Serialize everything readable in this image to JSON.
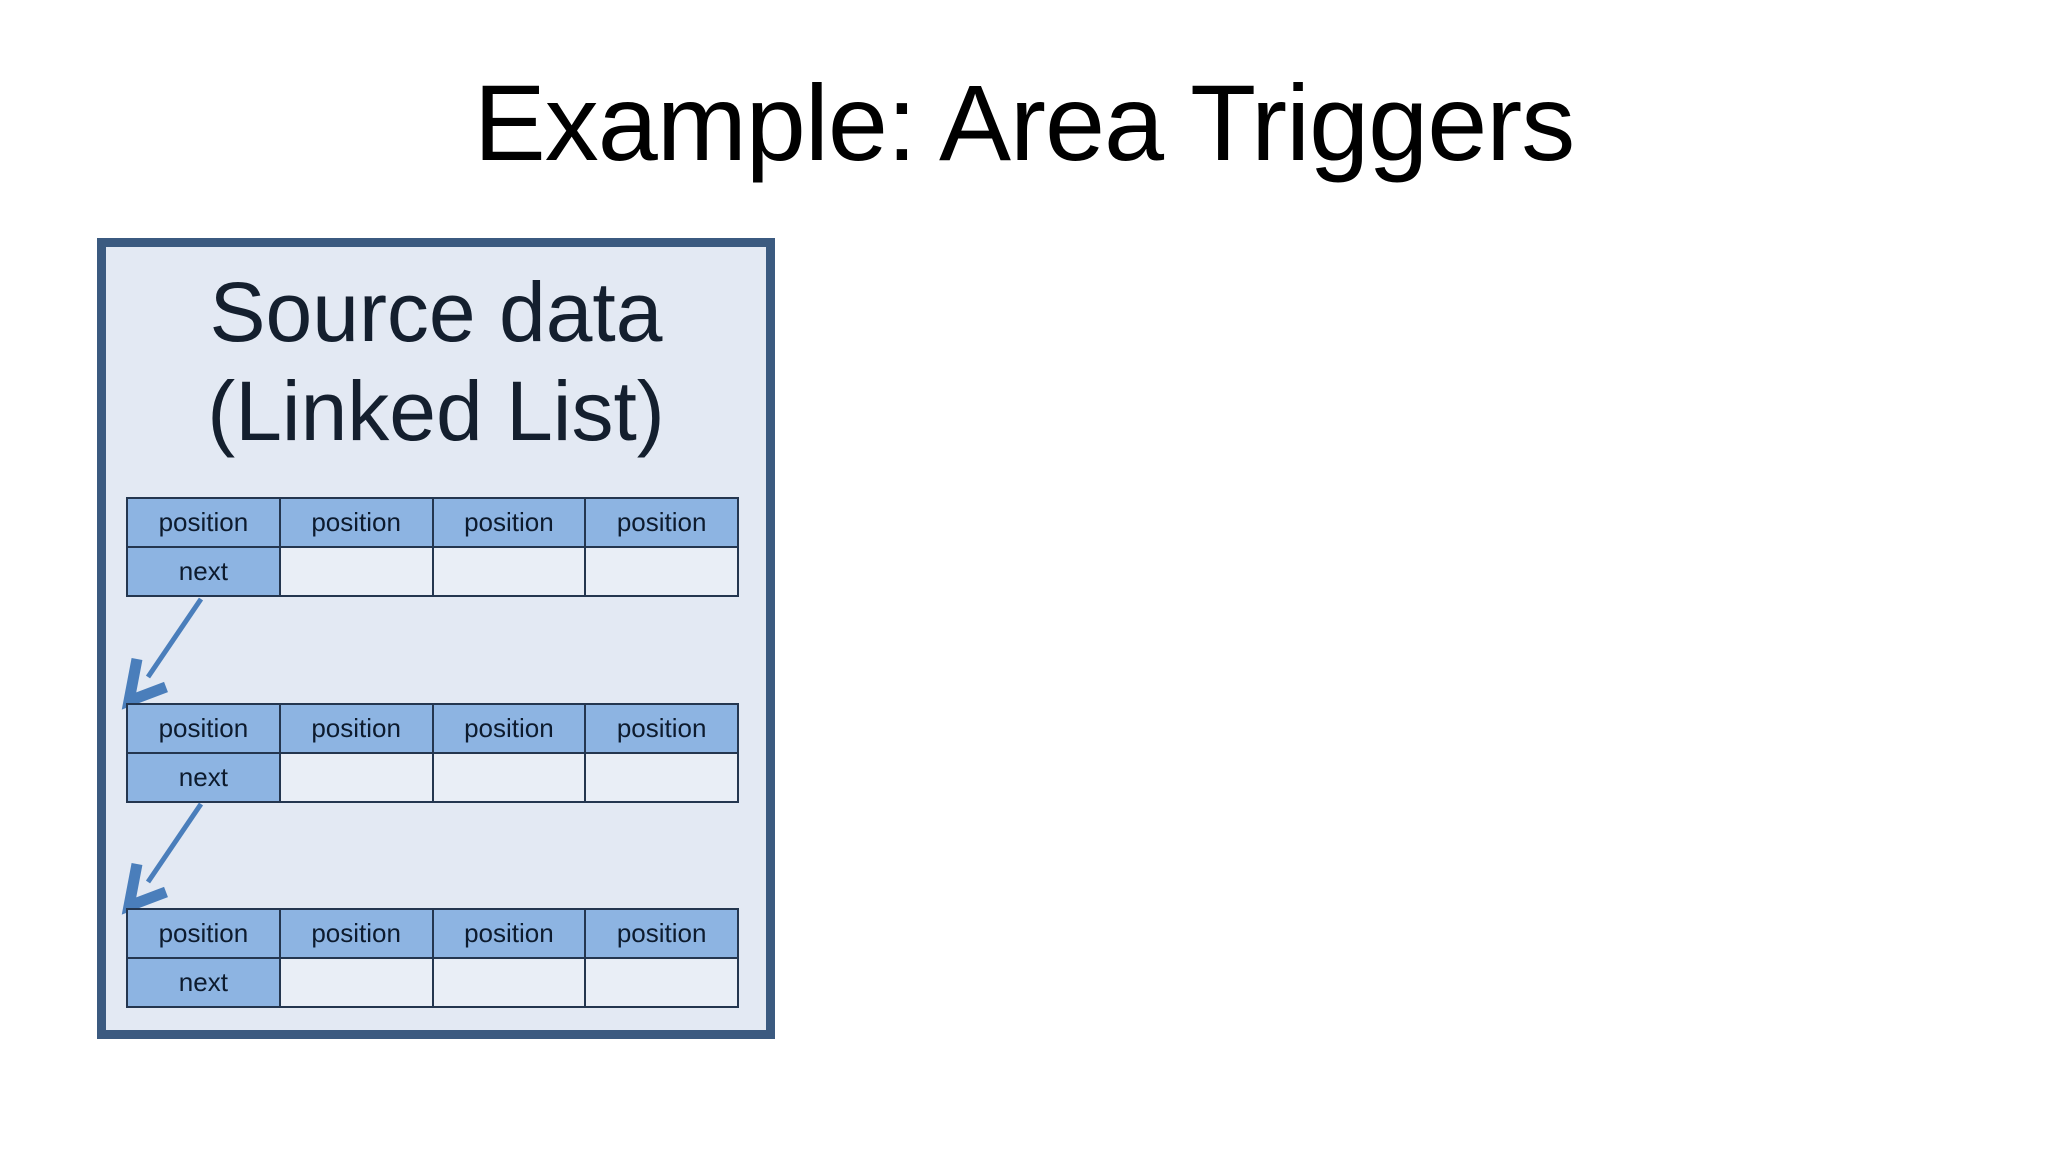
{
  "slide": {
    "title": "Example: Area Triggers"
  },
  "panel": {
    "title_line1": "Source data",
    "title_line2": "(Linked List)"
  },
  "linked_list": {
    "nodes": [
      {
        "positions": [
          "position",
          "position",
          "position",
          "position"
        ],
        "next_label": "next"
      },
      {
        "positions": [
          "position",
          "position",
          "position",
          "position"
        ],
        "next_label": "next"
      },
      {
        "positions": [
          "position",
          "position",
          "position",
          "position"
        ],
        "next_label": "next"
      }
    ],
    "arrows": [
      {
        "from": "node-1-next",
        "to": "node-2"
      },
      {
        "from": "node-2-next",
        "to": "node-3"
      }
    ]
  },
  "colors": {
    "slide_bg": "#FFFFFF",
    "slide_title_text": "#000000",
    "panel_border": "#3B5A80",
    "panel_fill": "#E3E9F3",
    "panel_title_text": "#141F2E",
    "cell_header_fill": "#8DB4E2",
    "cell_empty_fill": "#E9EEF6",
    "cell_border": "#24364F",
    "cell_text": "#0D1B2E",
    "arrow": "#4A7EBB"
  }
}
